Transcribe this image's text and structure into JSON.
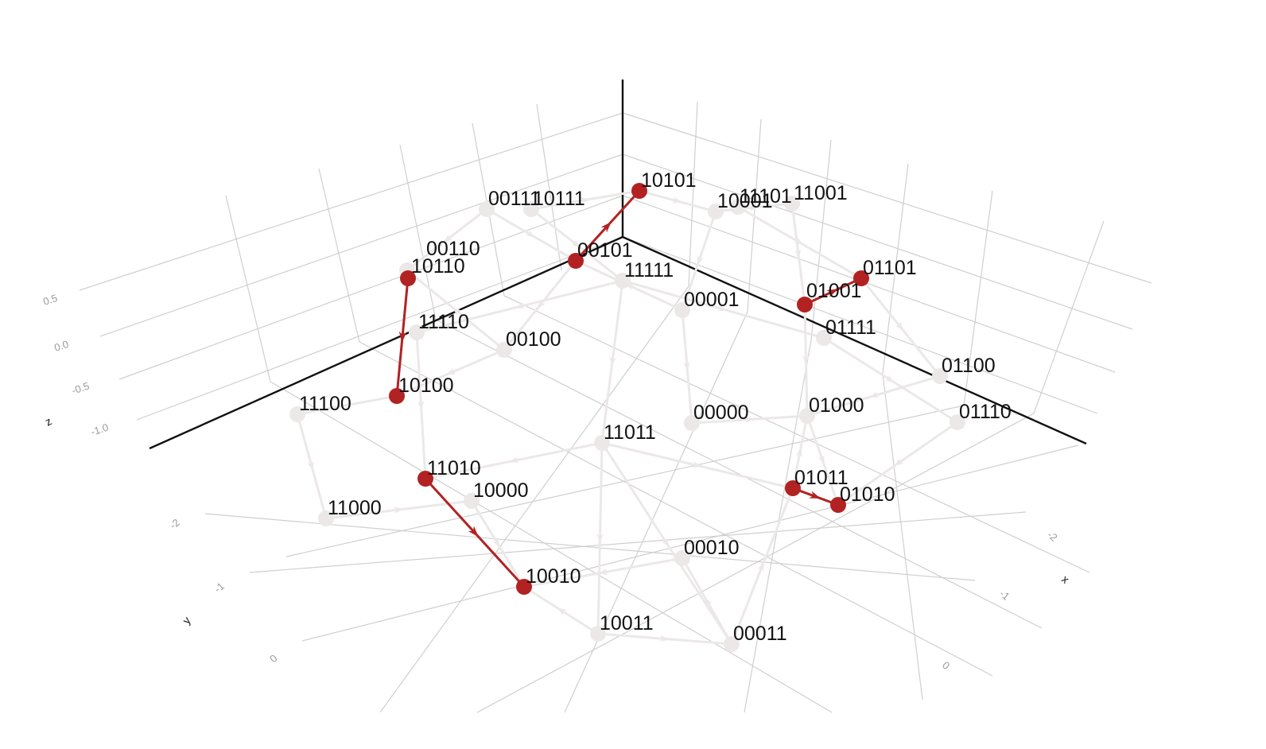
{
  "axes": {
    "x": {
      "title": "x",
      "ticks": [
        "-2",
        "-1",
        "0"
      ]
    },
    "y": {
      "title": "y",
      "ticks": [
        "-2",
        "-1",
        "0"
      ]
    },
    "z": {
      "title": "z",
      "ticks": [
        "0.5",
        "0.0",
        "-0.5",
        "-1.0"
      ]
    }
  },
  "colors": {
    "highlight": "#b22222",
    "faded": "#ece8e8",
    "grid": "#cfcfcf",
    "axis": "#111111",
    "text": "#111111",
    "tick": "#9a9a9a"
  },
  "nodes": [
    {
      "id": "10101",
      "label": "10101",
      "highlight": true
    },
    {
      "id": "00101",
      "label": "00101",
      "highlight": true
    },
    {
      "id": "00111",
      "label": "00111",
      "highlight": false
    },
    {
      "id": "10111",
      "label": "10111",
      "highlight": false
    },
    {
      "id": "10001",
      "label": "10001",
      "highlight": false
    },
    {
      "id": "11101",
      "label": "11101",
      "highlight": false
    },
    {
      "id": "11001",
      "label": "11001",
      "highlight": false
    },
    {
      "id": "00110",
      "label": "00110",
      "highlight": false
    },
    {
      "id": "10110",
      "label": "10110",
      "highlight": true
    },
    {
      "id": "11111",
      "label": "11111",
      "highlight": false
    },
    {
      "id": "00001",
      "label": "00001",
      "highlight": false
    },
    {
      "id": "01101",
      "label": "01101",
      "highlight": true
    },
    {
      "id": "01001",
      "label": "01001",
      "highlight": true
    },
    {
      "id": "11110",
      "label": "11110",
      "highlight": false
    },
    {
      "id": "01111",
      "label": "01111",
      "highlight": false
    },
    {
      "id": "00100",
      "label": "00100",
      "highlight": false
    },
    {
      "id": "01100",
      "label": "01100",
      "highlight": false
    },
    {
      "id": "10100",
      "label": "10100",
      "highlight": true
    },
    {
      "id": "11100",
      "label": "11100",
      "highlight": false
    },
    {
      "id": "01000",
      "label": "01000",
      "highlight": false
    },
    {
      "id": "00000",
      "label": "00000",
      "highlight": false
    },
    {
      "id": "01110",
      "label": "01110",
      "highlight": false
    },
    {
      "id": "11011",
      "label": "11011",
      "highlight": false
    },
    {
      "id": "11010",
      "label": "11010",
      "highlight": true
    },
    {
      "id": "10000",
      "label": "10000",
      "highlight": false
    },
    {
      "id": "01011",
      "label": "01011",
      "highlight": true
    },
    {
      "id": "01010",
      "label": "01010",
      "highlight": true
    },
    {
      "id": "11000",
      "label": "11000",
      "highlight": false
    },
    {
      "id": "00010",
      "label": "00010",
      "highlight": false
    },
    {
      "id": "10010",
      "label": "10010",
      "highlight": true
    },
    {
      "id": "10011",
      "label": "10011",
      "highlight": false
    },
    {
      "id": "00011",
      "label": "00011",
      "highlight": false
    }
  ],
  "edges": [
    {
      "from": "00101",
      "to": "10101",
      "highlight": true
    },
    {
      "from": "10110",
      "to": "10100",
      "highlight": true
    },
    {
      "from": "01001",
      "to": "01101",
      "highlight": true
    },
    {
      "from": "11010",
      "to": "10010",
      "highlight": true
    },
    {
      "from": "01011",
      "to": "01010",
      "highlight": true
    },
    {
      "from": "10101",
      "to": "10001",
      "highlight": false
    },
    {
      "from": "10111",
      "to": "10101",
      "highlight": false
    },
    {
      "from": "00111",
      "to": "00101",
      "highlight": false
    },
    {
      "from": "00111",
      "to": "00110",
      "highlight": false
    },
    {
      "from": "10111",
      "to": "11111",
      "highlight": false
    },
    {
      "from": "00101",
      "to": "00100",
      "highlight": false
    },
    {
      "from": "10001",
      "to": "11001",
      "highlight": false
    },
    {
      "from": "11101",
      "to": "01101",
      "highlight": false
    },
    {
      "from": "10001",
      "to": "00001",
      "highlight": false
    },
    {
      "from": "11001",
      "to": "01001",
      "highlight": false
    },
    {
      "from": "11111",
      "to": "01111",
      "highlight": false
    },
    {
      "from": "11111",
      "to": "11011",
      "highlight": false
    },
    {
      "from": "11111",
      "to": "11110",
      "highlight": false
    },
    {
      "from": "00001",
      "to": "00000",
      "highlight": false
    },
    {
      "from": "01101",
      "to": "01100",
      "highlight": false
    },
    {
      "from": "01001",
      "to": "01000",
      "highlight": false
    },
    {
      "from": "01111",
      "to": "01110",
      "highlight": false
    },
    {
      "from": "01100",
      "to": "01000",
      "highlight": false
    },
    {
      "from": "01110",
      "to": "01010",
      "highlight": false
    },
    {
      "from": "01000",
      "to": "01010",
      "highlight": false
    },
    {
      "from": "00000",
      "to": "01000",
      "highlight": false
    },
    {
      "from": "00100",
      "to": "10100",
      "highlight": false
    },
    {
      "from": "11110",
      "to": "11010",
      "highlight": false
    },
    {
      "from": "11100",
      "to": "11000",
      "highlight": false
    },
    {
      "from": "10100",
      "to": "11100",
      "highlight": false
    },
    {
      "from": "11011",
      "to": "11010",
      "highlight": false
    },
    {
      "from": "11011",
      "to": "10011",
      "highlight": false
    },
    {
      "from": "11011",
      "to": "01011",
      "highlight": false
    },
    {
      "from": "11011",
      "to": "00011",
      "highlight": false
    },
    {
      "from": "11000",
      "to": "10000",
      "highlight": false
    },
    {
      "from": "10000",
      "to": "10010",
      "highlight": false
    },
    {
      "from": "00010",
      "to": "10010",
      "highlight": false
    },
    {
      "from": "10011",
      "to": "10010",
      "highlight": false
    },
    {
      "from": "10011",
      "to": "00011",
      "highlight": false
    },
    {
      "from": "00011",
      "to": "00010",
      "highlight": false
    },
    {
      "from": "00011",
      "to": "01011",
      "highlight": false
    },
    {
      "from": "01011",
      "to": "01000",
      "highlight": false
    },
    {
      "from": "00100",
      "to": "00110",
      "highlight": false
    },
    {
      "from": "00001",
      "to": "00101",
      "highlight": false
    }
  ]
}
